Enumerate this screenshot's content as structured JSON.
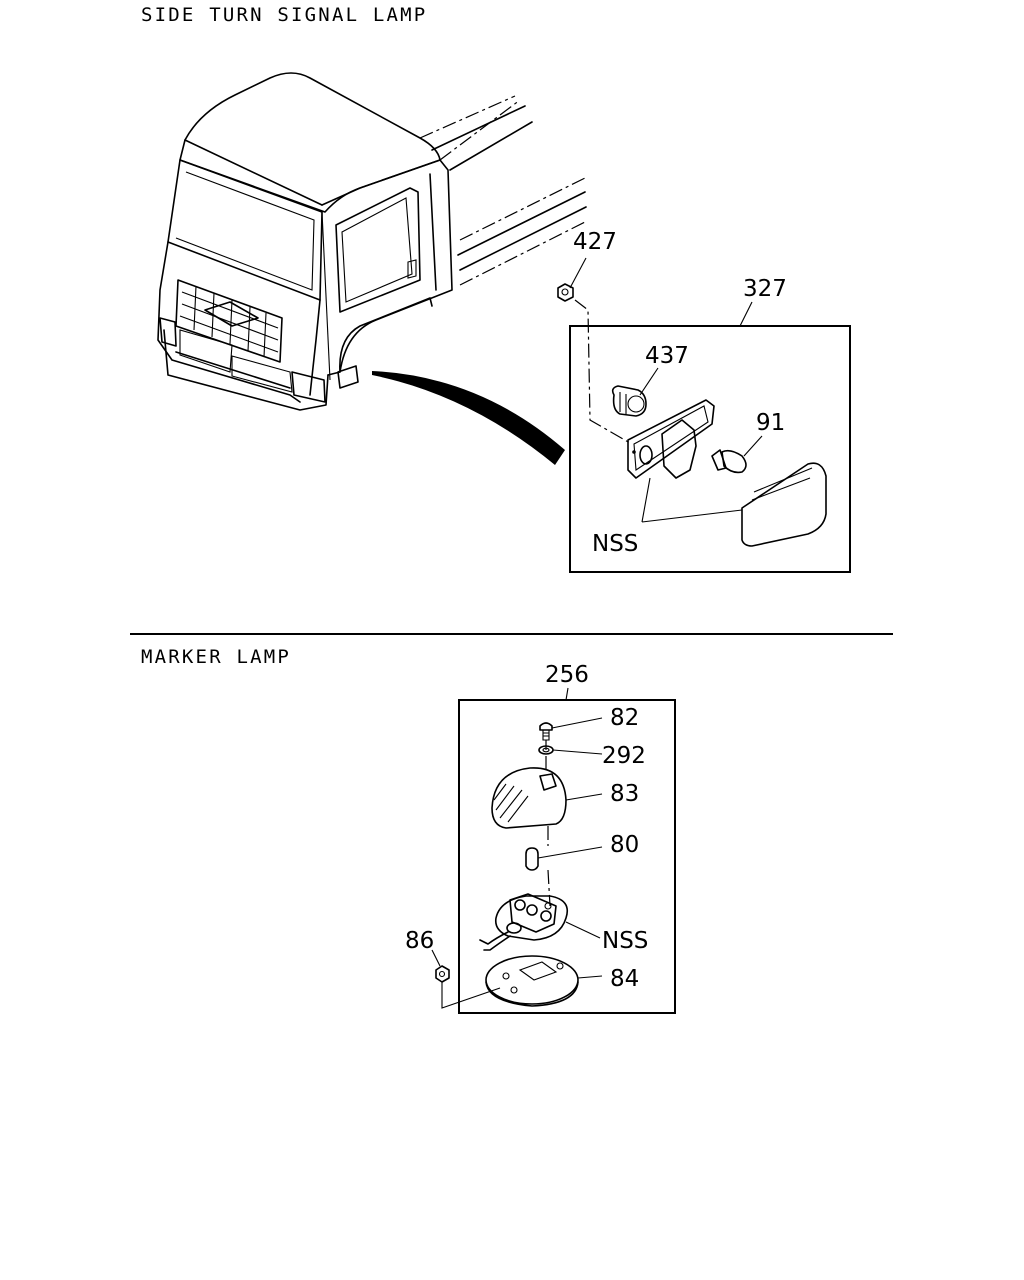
{
  "sections": {
    "top_title": "SIDE TURN SIGNAL LAMP",
    "bottom_title": "MARKER LAMP"
  },
  "side_turn_signal": {
    "callouts": {
      "c427": "427",
      "c327": "327",
      "c437": "437",
      "c91": "91",
      "nss": "NSS"
    }
  },
  "marker_lamp": {
    "callouts": {
      "c256": "256",
      "c82": "82",
      "c292": "292",
      "c83": "83",
      "c80": "80",
      "nss": "NSS",
      "c86": "86",
      "c84": "84"
    }
  }
}
